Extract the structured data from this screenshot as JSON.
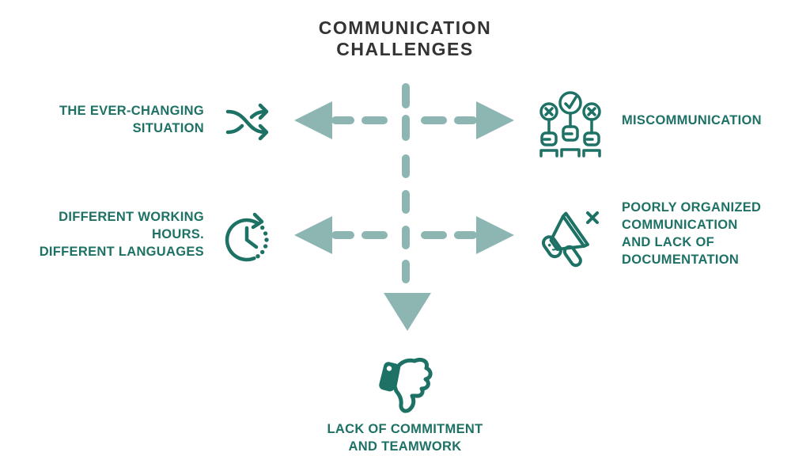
{
  "title": {
    "lines": [
      "COMMUNICATION",
      "CHALLENGES"
    ]
  },
  "colors": {
    "title_text": "#333333",
    "teal_text": "#1e7165",
    "icon_stroke": "#1e7165",
    "arrow_fill": "#8db6b2",
    "background": "#ffffff"
  },
  "nodes": {
    "ever_changing": {
      "lines": [
        "THE EVER-CHANGING",
        "SITUATION"
      ],
      "icon": "shuffle-icon"
    },
    "miscommunication": {
      "lines": [
        "MISCOMMUNICATION"
      ],
      "icon": "voting-hands-icon"
    },
    "working_hours": {
      "lines": [
        "DIFFERENT WORKING",
        "HOURS.",
        "DIFFERENT LANGUAGES"
      ],
      "icon": "clock-icon"
    },
    "poor_organization": {
      "lines": [
        "POORLY ORGANIZED",
        "COMMUNICATION",
        "AND LACK OF",
        "DOCUMENTATION"
      ],
      "icon": "megaphone-icon"
    },
    "lack_commitment": {
      "lines": [
        "LACK OF COMMITMENT",
        "AND TEAMWORK"
      ],
      "icon": "thumbs-down-icon"
    }
  }
}
